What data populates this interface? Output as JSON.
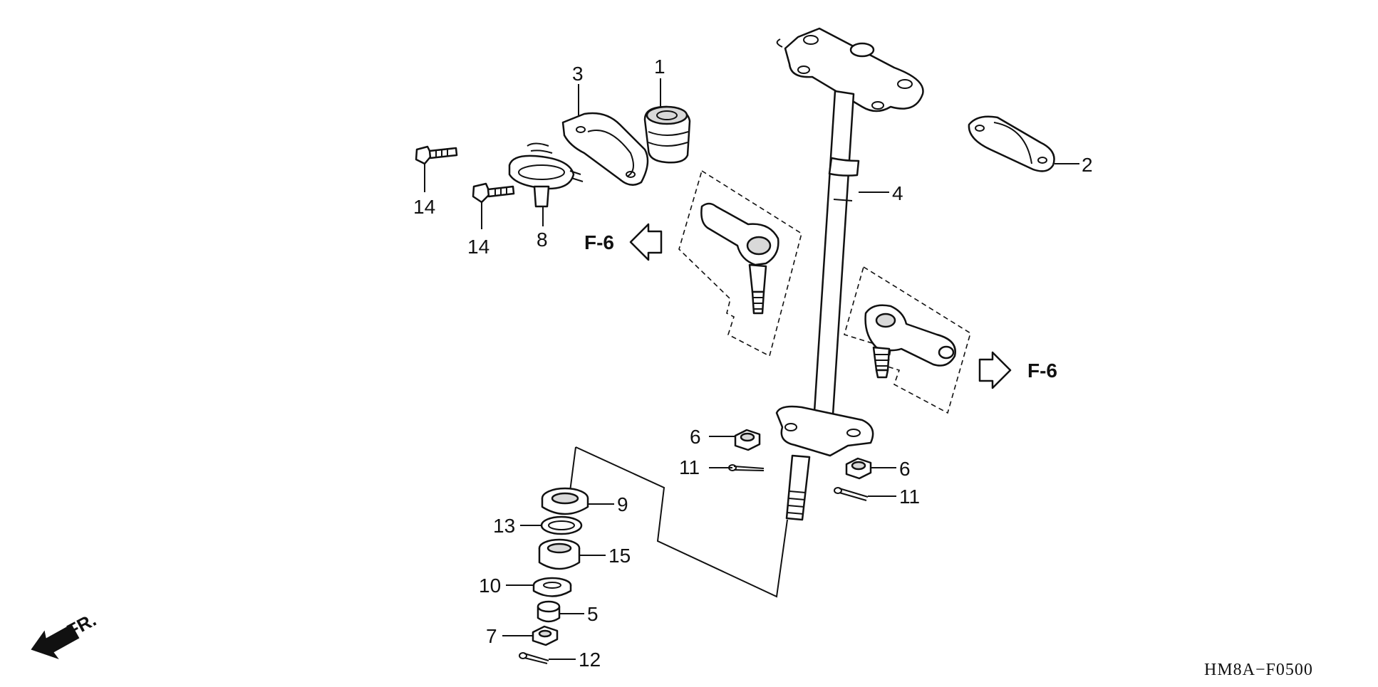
{
  "diagram": {
    "callouts": [
      {
        "id": "1",
        "label": "1"
      },
      {
        "id": "2",
        "label": "2"
      },
      {
        "id": "3",
        "label": "3"
      },
      {
        "id": "4",
        "label": "4"
      },
      {
        "id": "5",
        "label": "5"
      },
      {
        "id": "6a",
        "label": "6"
      },
      {
        "id": "6b",
        "label": "6"
      },
      {
        "id": "7",
        "label": "7"
      },
      {
        "id": "8",
        "label": "8"
      },
      {
        "id": "9",
        "label": "9"
      },
      {
        "id": "10",
        "label": "10"
      },
      {
        "id": "11a",
        "label": "11"
      },
      {
        "id": "11b",
        "label": "11"
      },
      {
        "id": "12",
        "label": "12"
      },
      {
        "id": "13",
        "label": "13"
      },
      {
        "id": "14a",
        "label": "14"
      },
      {
        "id": "14b",
        "label": "14"
      },
      {
        "id": "15",
        "label": "15"
      }
    ],
    "references": [
      {
        "id": "left",
        "label": "F-6"
      },
      {
        "id": "right",
        "label": "F-6"
      }
    ],
    "direction_label": "FR.",
    "drawing_code": "HM8A−F0500",
    "icons": {
      "front_arrow": "front-direction-arrow-icon",
      "ref_arrow": "reference-arrow-icon"
    }
  }
}
